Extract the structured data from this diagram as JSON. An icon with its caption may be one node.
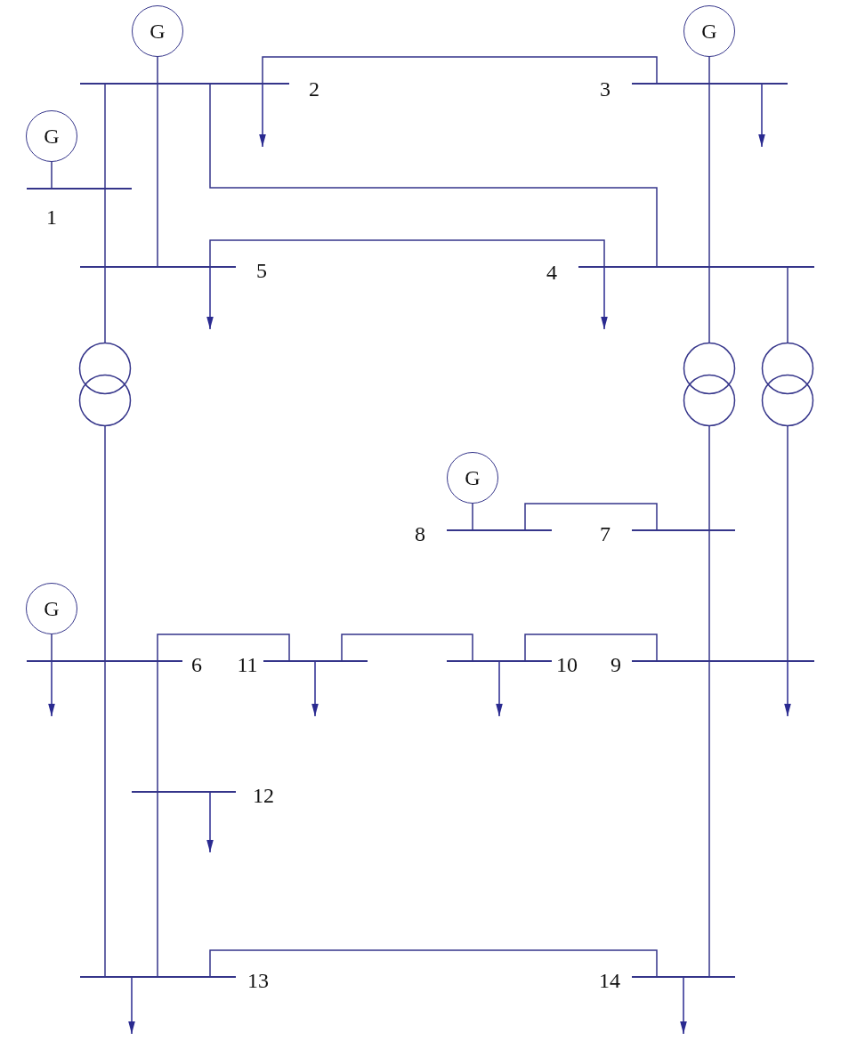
{
  "diagram": {
    "nodes": [
      {
        "text": [
          "G"
        ]
      },
      {
        "text": [
          "G"
        ]
      },
      {
        "text": [
          "2"
        ]
      },
      {
        "text": [
          "3"
        ]
      },
      {
        "text": [
          "G"
        ]
      },
      {
        "text": [
          "1"
        ]
      },
      {
        "text": [
          "5"
        ]
      },
      {
        "text": [
          "4"
        ]
      },
      {
        "text": [],
        "shape": "circle"
      },
      {
        "text": [],
        "shape": "circle"
      },
      {
        "text": [],
        "shape": "circle"
      },
      {
        "text": [
          "G"
        ]
      },
      {
        "text": [
          "8"
        ]
      },
      {
        "text": [
          "7"
        ]
      },
      {
        "text": [
          "G"
        ]
      },
      {
        "text": [
          "6"
        ]
      },
      {
        "text": [
          "11"
        ]
      },
      {
        "text": [
          "10"
        ]
      },
      {
        "text": [
          "9"
        ]
      },
      {
        "text": [
          "12"
        ]
      },
      {
        "text": [
          "13"
        ]
      },
      {
        "text": [
          "14"
        ]
      }
    ],
    "edges": [
      {
        "from": 0,
        "to": 2,
        "arrow": "none"
      },
      {
        "from": 1,
        "to": 3,
        "arrow": "none"
      },
      {
        "from": 4,
        "to": 5,
        "arrow": "none"
      },
      {
        "from": 11,
        "to": 12,
        "arrow": "none"
      },
      {
        "from": 14,
        "to": 15,
        "arrow": "none"
      },
      {
        "from": 5,
        "to": 2,
        "arrow": "none"
      },
      {
        "from": 5,
        "to": 6,
        "arrow": "none"
      },
      {
        "from": 2,
        "to": 3,
        "arrow": "none"
      },
      {
        "from": 2,
        "to": 7,
        "arrow": "none"
      },
      {
        "from": 2,
        "to": 6,
        "arrow": "none"
      },
      {
        "from": 3,
        "to": 7,
        "arrow": "none"
      },
      {
        "from": 7,
        "to": 6,
        "arrow": "none"
      },
      {
        "from": 6,
        "to": 8,
        "arrow": "none"
      },
      {
        "from": 8,
        "to": 15,
        "arrow": "none"
      },
      {
        "from": 7,
        "to": 9,
        "arrow": "none"
      },
      {
        "from": 9,
        "to": 13,
        "arrow": "none"
      },
      {
        "from": 7,
        "to": 10,
        "arrow": "none"
      },
      {
        "from": 10,
        "to": 18,
        "arrow": "none"
      },
      {
        "from": 12,
        "to": 13,
        "arrow": "none"
      },
      {
        "from": 13,
        "to": 18,
        "arrow": "none"
      },
      {
        "from": 15,
        "to": 16,
        "arrow": "none"
      },
      {
        "from": 15,
        "to": 19,
        "arrow": "none"
      },
      {
        "from": 15,
        "to": 20,
        "arrow": "none"
      },
      {
        "from": 19,
        "to": 20,
        "arrow": "none"
      },
      {
        "from": 16,
        "to": 17,
        "arrow": "none"
      },
      {
        "from": 17,
        "to": 18,
        "arrow": "none"
      },
      {
        "from": 18,
        "to": 21,
        "arrow": "none"
      },
      {
        "from": 20,
        "to": 21,
        "arrow": "none"
      },
      {
        "from": 2,
        "to": null,
        "arrow": "to"
      },
      {
        "from": 3,
        "to": null,
        "arrow": "to"
      },
      {
        "from": 6,
        "to": null,
        "arrow": "to"
      },
      {
        "from": 7,
        "to": null,
        "arrow": "to"
      },
      {
        "from": 15,
        "to": null,
        "arrow": "to"
      },
      {
        "from": 16,
        "to": null,
        "arrow": "to"
      },
      {
        "from": 17,
        "to": null,
        "arrow": "to"
      },
      {
        "from": 18,
        "to": null,
        "arrow": "to"
      },
      {
        "from": 19,
        "to": null,
        "arrow": "to"
      },
      {
        "from": 20,
        "to": null,
        "arrow": "to"
      },
      {
        "from": 21,
        "to": null,
        "arrow": "to"
      }
    ]
  }
}
